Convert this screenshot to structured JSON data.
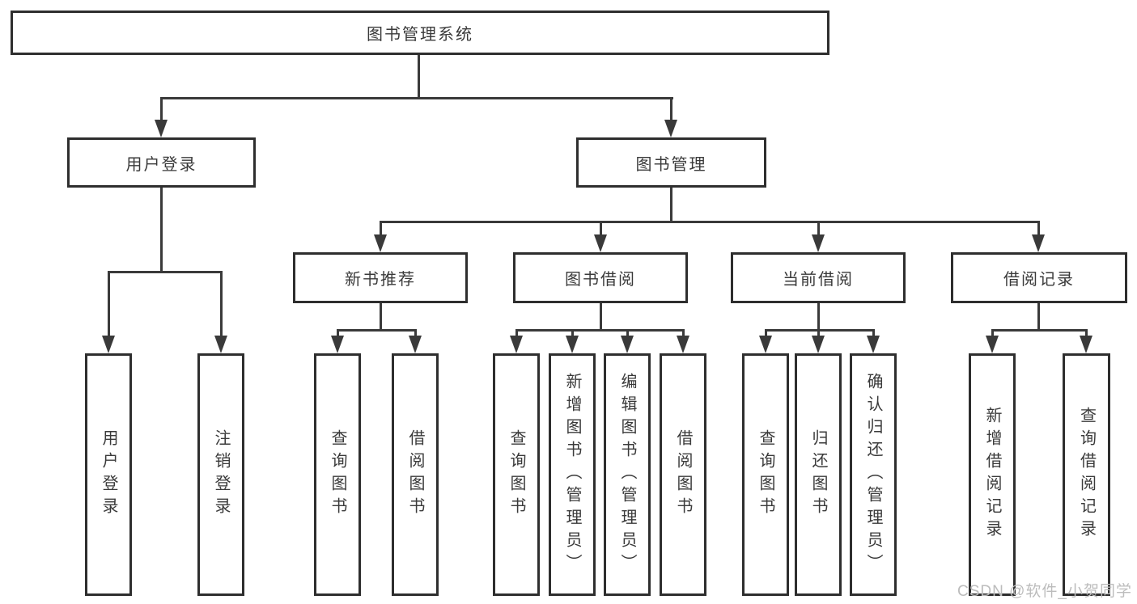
{
  "tree": {
    "label": "图书管理系统",
    "children": [
      {
        "label": "用户登录",
        "children": [
          {
            "label": "用户登录"
          },
          {
            "label": "注销登录"
          }
        ]
      },
      {
        "label": "图书管理",
        "children": [
          {
            "label": "新书推荐",
            "children": [
              {
                "label": "查询图书"
              },
              {
                "label": "借阅图书"
              }
            ]
          },
          {
            "label": "图书借阅",
            "children": [
              {
                "label": "查询图书"
              },
              {
                "label": "新增图书（管理员）"
              },
              {
                "label": "编辑图书（管理员）"
              },
              {
                "label": "借阅图书"
              }
            ]
          },
          {
            "label": "当前借阅",
            "children": [
              {
                "label": "查询图书"
              },
              {
                "label": "归还图书"
              },
              {
                "label": "确认归还（管理员）"
              }
            ]
          },
          {
            "label": "借阅记录",
            "children": [
              {
                "label": "新增借阅记录"
              },
              {
                "label": "查询借阅记录"
              }
            ]
          }
        ]
      }
    ]
  },
  "watermark": "CSDN @软件_小贺同学",
  "colors": {
    "line": "#3a3a3a",
    "border": "#2e2e2e",
    "text": "#3a3a3a",
    "watermark": "#bcbcbc",
    "background": "#ffffff"
  }
}
